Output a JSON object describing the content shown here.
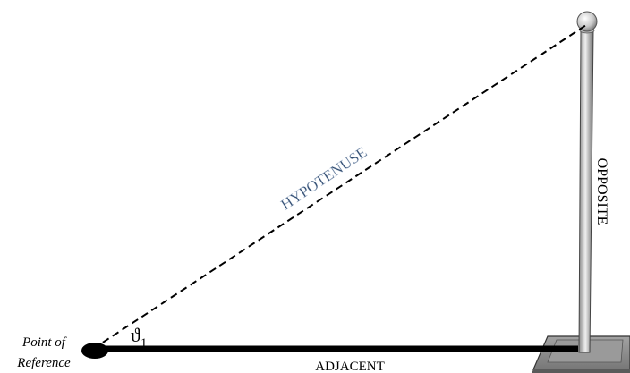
{
  "labels": {
    "hypotenuse": "HYPOTENUSE",
    "opposite": "OPPOSITE",
    "adjacent": "ADJACENT",
    "reference_line1": "Point of",
    "reference_line2": "Reference",
    "angle_symbol": "ϑ",
    "angle_subscript": "1"
  },
  "colors": {
    "line": "#000000",
    "hypotenuse_text": "#2f4a6e",
    "pole_light": "#e2e2e2",
    "pole_dark": "#7a7a7a",
    "base_plate": "#8f8f8f"
  }
}
